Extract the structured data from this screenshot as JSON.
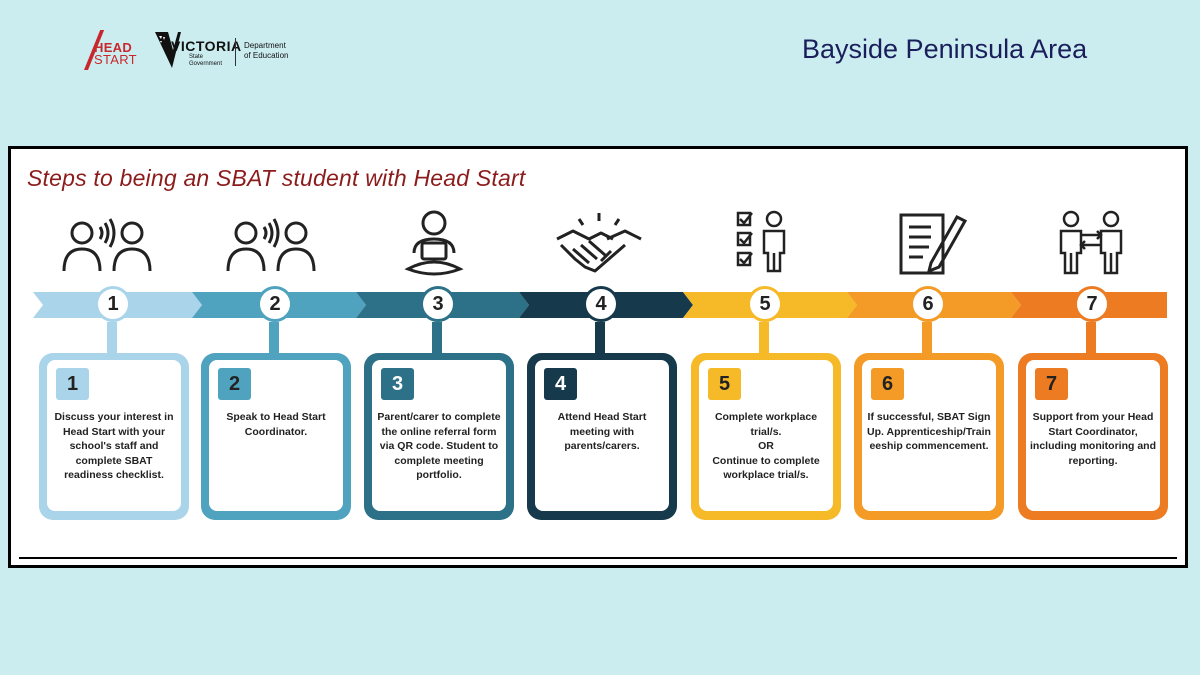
{
  "header": {
    "headstart_logo": {
      "line1": "HEAD",
      "line2": "START"
    },
    "victoria_logo": {
      "name": "VICTORIA",
      "sub1": "State",
      "sub2": "Government",
      "dept1": "Department",
      "dept2": "of Education"
    },
    "region_title": "Bayside Peninsula Area"
  },
  "infographic": {
    "heading": "Steps to being an SBAT student with Head Start",
    "steps": [
      {
        "number": "1",
        "icon": "two-people-talking-icon",
        "color": "#a9d4ea",
        "text": "Discuss your interest in Head Start with your school's staff and complete SBAT readiness checklist."
      },
      {
        "number": "2",
        "icon": "two-people-talking-icon",
        "color": "#4fa3bf",
        "text": "Speak to Head Start Coordinator."
      },
      {
        "number": "3",
        "icon": "person-with-laptop-icon",
        "color": "#2c7187",
        "text": "Parent/carer to complete the online referral form via QR code. Student to complete meeting portfolio."
      },
      {
        "number": "4",
        "icon": "handshake-icon",
        "color": "#163a4c",
        "text": "Attend Head Start meeting with parents/carers."
      },
      {
        "number": "5",
        "icon": "checklist-person-icon",
        "color": "#f6b928",
        "text": "Complete workplace trial/s.\nOR\nContinue to complete workplace trial/s."
      },
      {
        "number": "6",
        "icon": "document-pen-icon",
        "color": "#f39b26",
        "text": "If successful, SBAT Sign Up. Apprenticeship/Traineeship commencement."
      },
      {
        "number": "7",
        "icon": "people-exchange-icon",
        "color": "#ec7b22",
        "text": "Support from your Head Start Coordinator, including monitoring and reporting."
      }
    ]
  }
}
